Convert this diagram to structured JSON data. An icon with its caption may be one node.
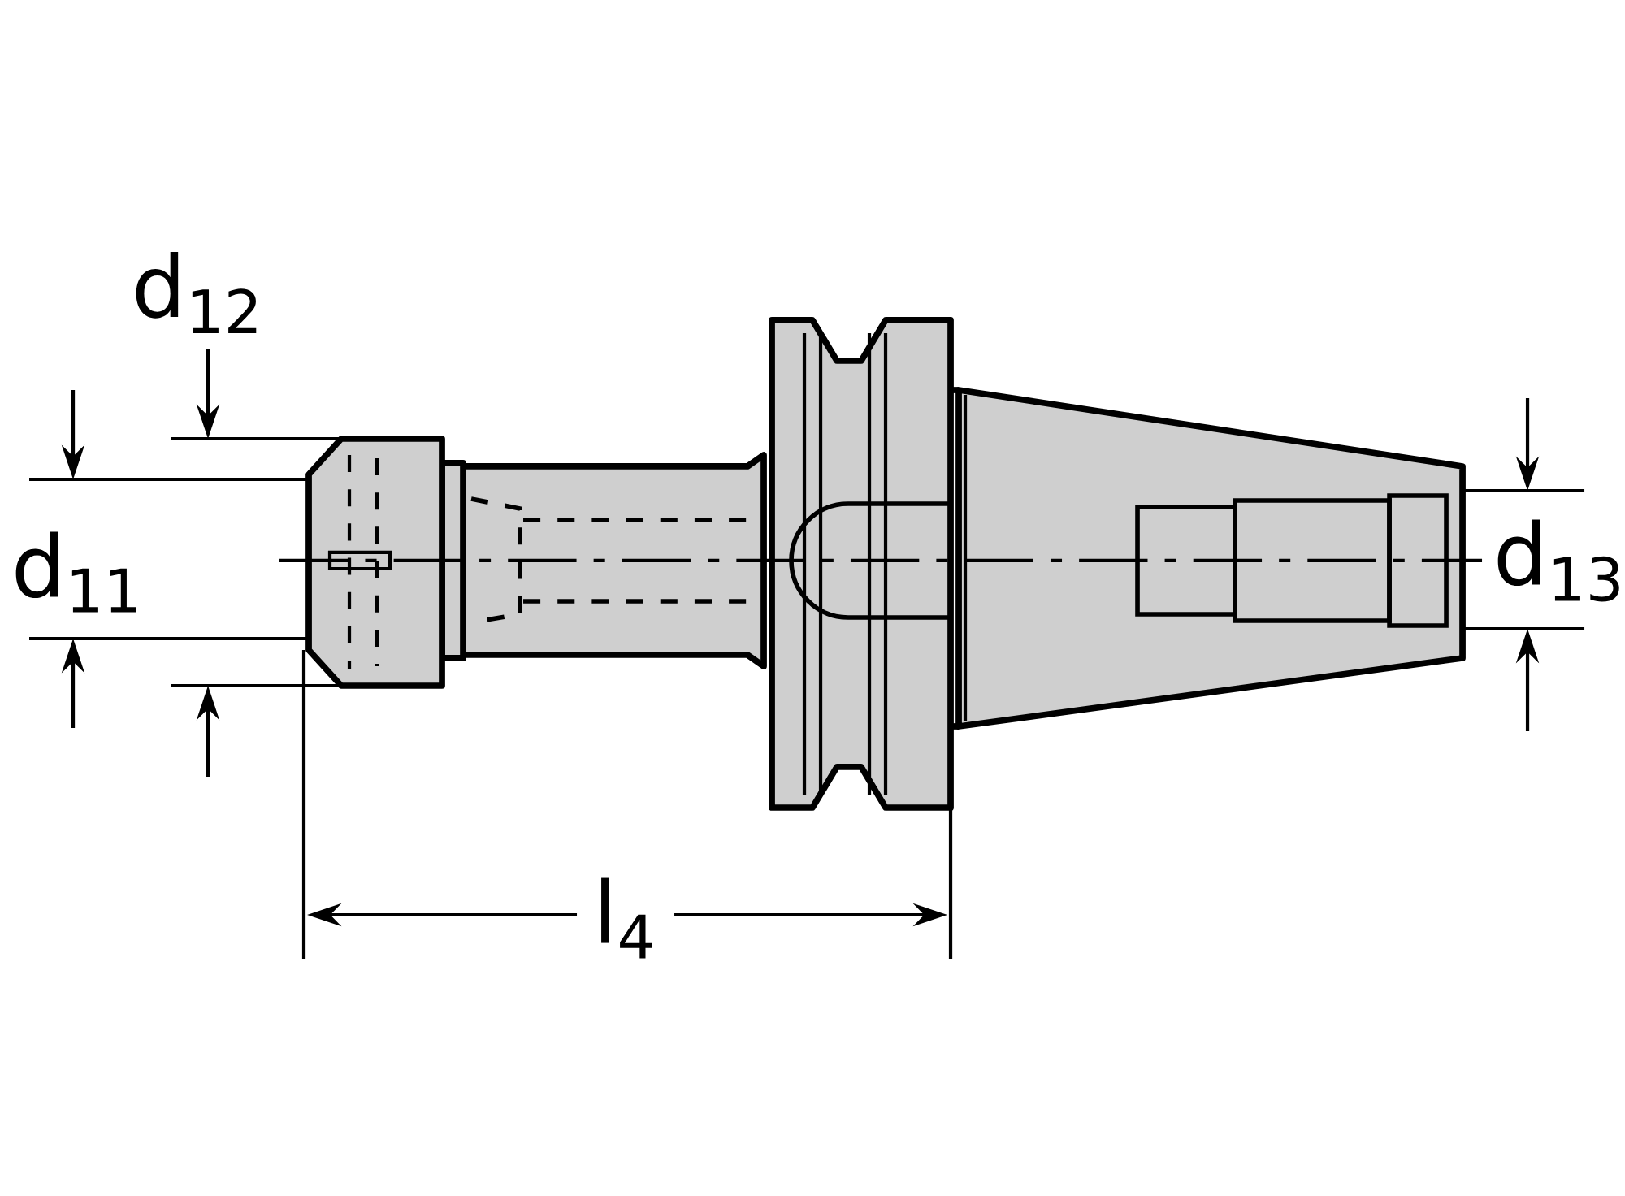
{
  "diagram": {
    "labels": [
      "d$_{12}$",
      "d$_{11}$",
      "d$_{13}$",
      "l$_{4}$"
    ]
  }
}
